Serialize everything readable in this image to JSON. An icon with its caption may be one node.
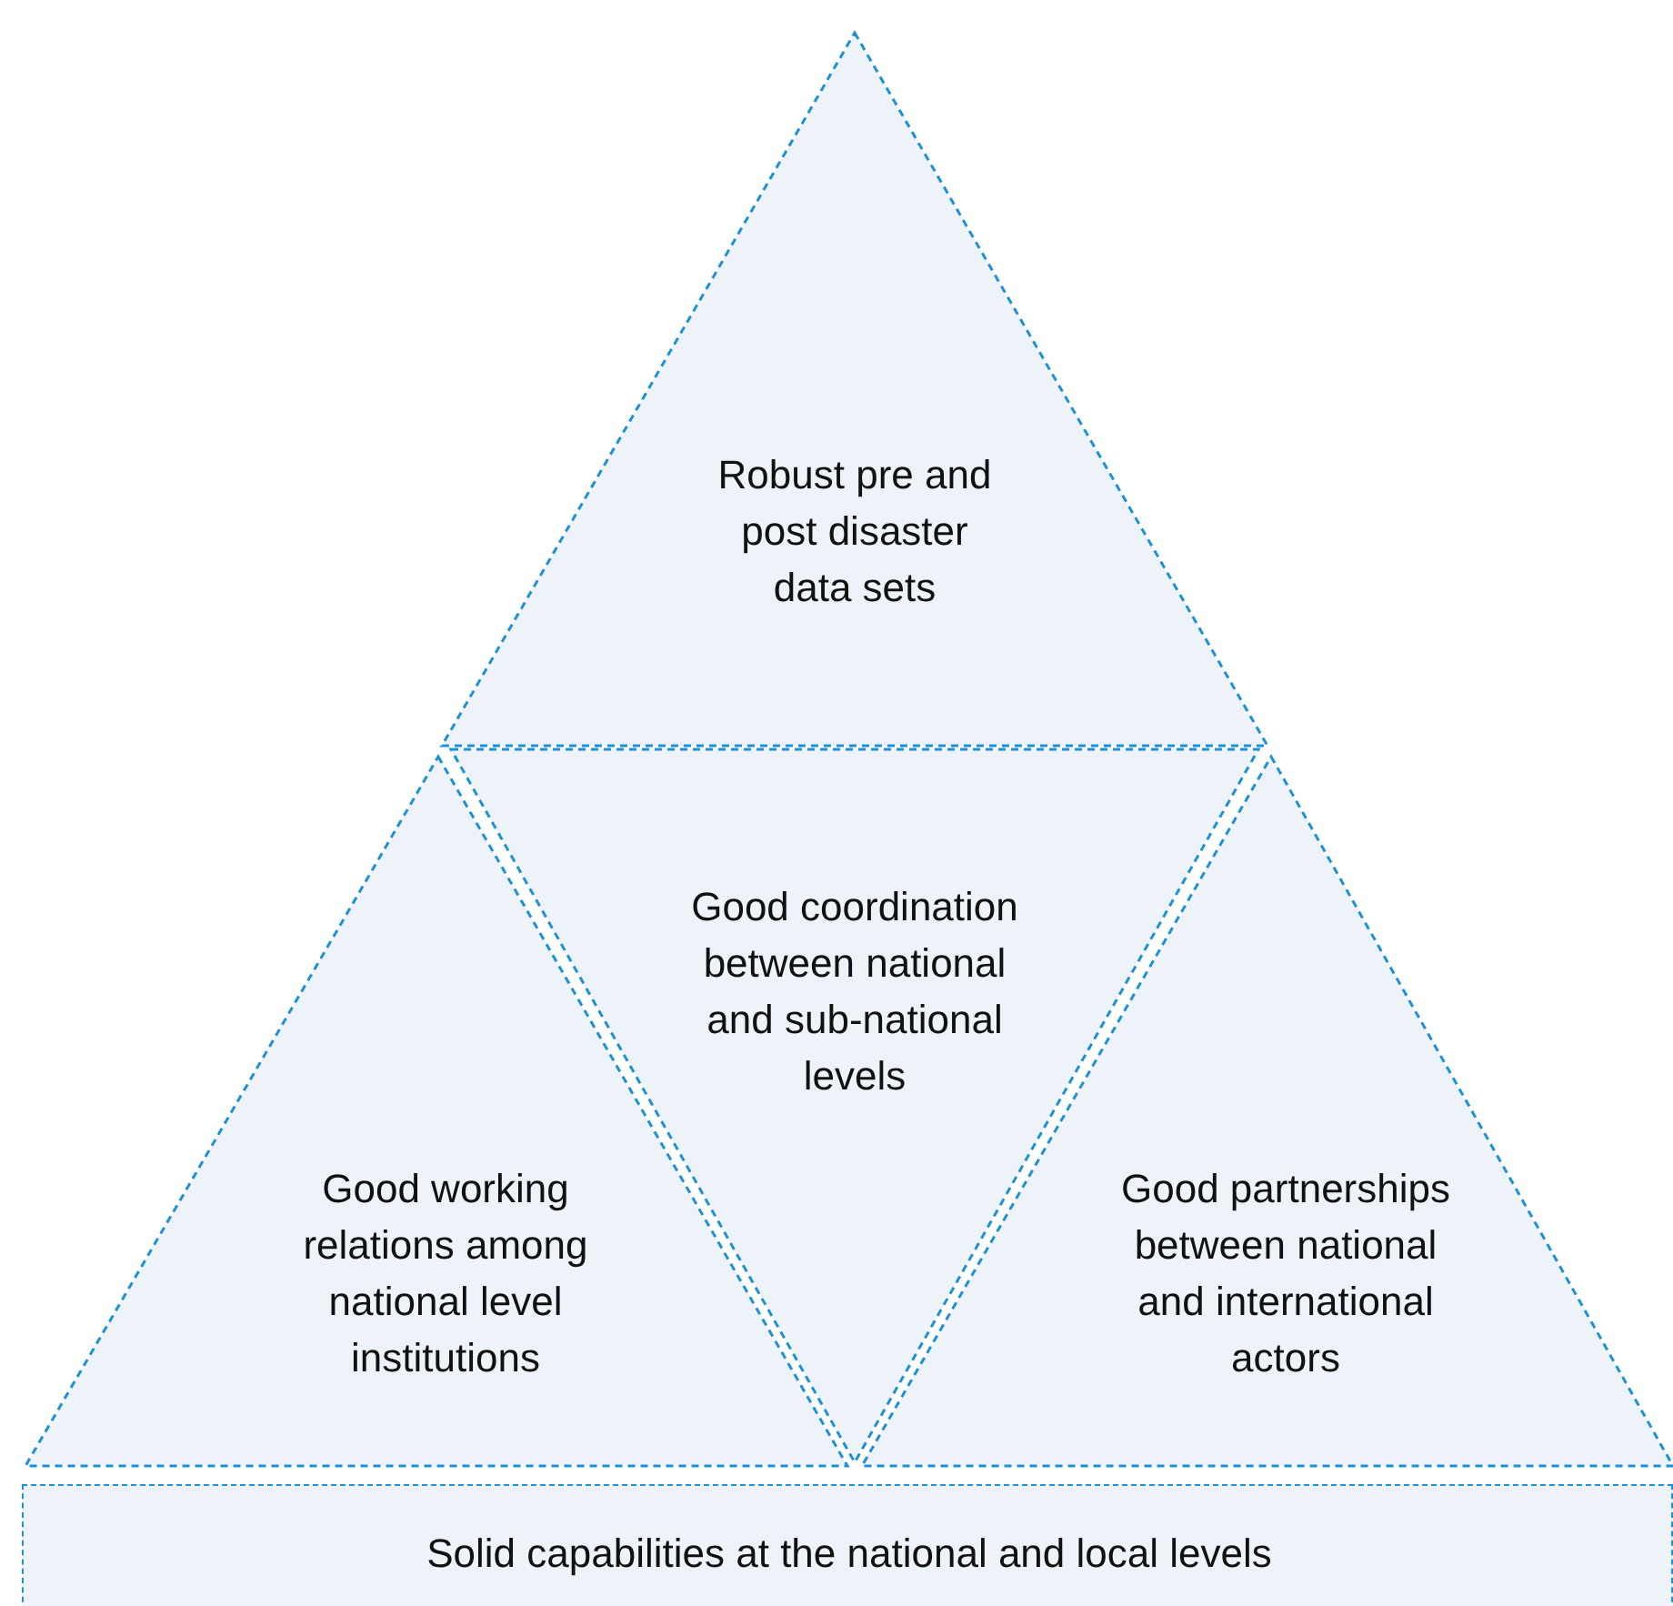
{
  "diagram": {
    "nodes": [
      {
        "text": [
          "Robust pre and post disaster data sets"
        ]
      },
      {
        "text": [
          "Good working relations among national level institutions"
        ]
      },
      {
        "text": [
          "Good coordination between national and sub-national levels"
        ]
      },
      {
        "text": [
          "Good partnerships between national and international actors"
        ]
      },
      {
        "text": [
          "Solid capabilities at the national and local levels"
        ]
      }
    ]
  }
}
